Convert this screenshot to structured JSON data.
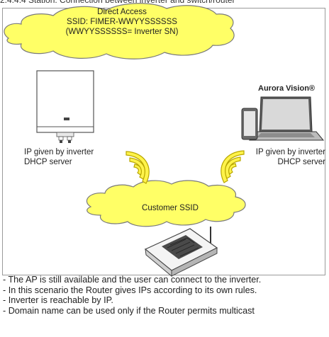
{
  "heading": "2.4.4.4 Station: Connection between inverter and switch/router",
  "cloud_top": {
    "line1": "Direct Access",
    "line2": "SSID: FIMER-WWYYSSSSSS",
    "line3": "(WWYYSSSSSS= Inverter SN)"
  },
  "inverter_label": {
    "line1": "IP given by inverter",
    "line2": "DHCP server"
  },
  "device_label": {
    "brand": "Aurora Vision®",
    "line1": "IP given by inverter",
    "line2": "DHCP server"
  },
  "cloud_mid": {
    "label": "Customer SSID"
  },
  "notes": [
    "- The AP is still available and the user can connect to the inverter.",
    "- In this scenario the Router gives IPs according to its own rules.",
    "- Inverter is reachable by IP.",
    "- Domain name can be used only if the Router permits multicast"
  ],
  "colors": {
    "cloud_fill": "#ffff66",
    "cloud_stroke": "#7a7a7a",
    "wifi_stroke": "#b8a600",
    "wifi_fill": "#fff34a"
  }
}
